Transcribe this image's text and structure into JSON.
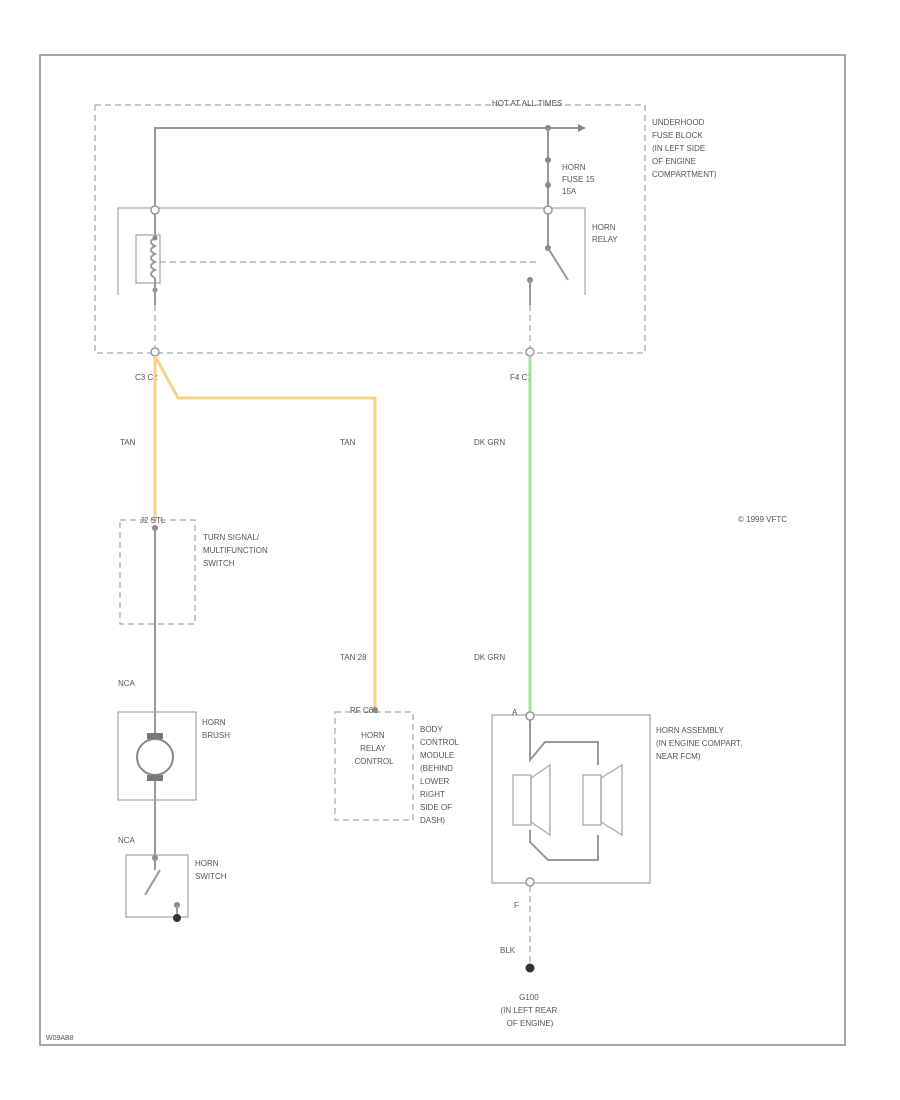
{
  "labels": {
    "hot_at_all_times": "HOT AT ALL TIMES",
    "underhood_fuse_block": [
      "UNDERHOOD",
      "FUSE BLOCK",
      "(IN LEFT SIDE",
      "OF ENGINE",
      "COMPARTMENT)"
    ],
    "horn_fuse": [
      "HORN",
      "FUSE 15",
      "15A"
    ],
    "horn_relay": [
      "HORN",
      "RELAY"
    ],
    "conn_c3_c2": "C3    C2",
    "conn_f4_c1": "F4    C1",
    "wire_tan_1": "TAN",
    "wire_tan_2": "TAN",
    "wire_dk_grn_1": "DK GRN",
    "conn_j2_c1": "J2 STL",
    "turn_signal_switch": [
      "TURN SIGNAL/",
      "MULTIFUNCTION",
      "SWITCH"
    ],
    "wire_tan_28": "TAN    28",
    "wire_dk_grn_2": "DK GRN",
    "wire_nca_1": "NCA",
    "horn_brush": [
      "HORN",
      "BRUSH"
    ],
    "relay_control": [
      "HORN",
      "RELAY",
      "CONTROL"
    ],
    "conn_rf_c6l": "RF C6L",
    "body_control_module": [
      "BODY",
      "CONTROL",
      "MODULE",
      "(BEHIND",
      "LOWER",
      "RIGHT",
      "SIDE OF",
      "DASH)"
    ],
    "conn_a": "A",
    "horn_assembly": [
      "HORN ASSEMBLY",
      "(IN ENGINE COMPART,",
      "NEAR FCM)"
    ],
    "wire_nca_2": "NCA",
    "horn_switch": [
      "HORN",
      "SWITCH"
    ],
    "conn_f": "F",
    "wire_blk": "BLK",
    "ground": [
      "G100",
      "(IN LEFT REAR",
      "OF ENGINE)"
    ],
    "copyright": "© 1999 VFTC",
    "figure_id": "W09AB8"
  },
  "colors": {
    "tan_wire": "#f5d48a",
    "dk_grn_wire": "#9fe39f",
    "gray_wire": "#999999"
  }
}
